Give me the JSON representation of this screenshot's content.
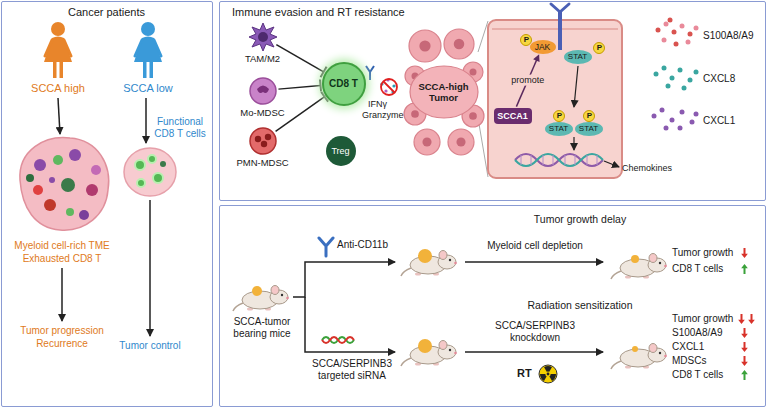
{
  "diagram": {
    "nodes": [
      {
        "text": [
          "Cancer patients"
        ]
      },
      {
        "text": [
          "Immune evasion and RT resistance"
        ]
      },
      {
        "text": [
          "TAM/M2"
        ],
        "in": 1
      },
      {
        "text": [
          "Mo-MDSC"
        ],
        "in": 1
      },
      {
        "text": [
          "PMN-MDSC"
        ],
        "in": 1
      },
      {
        "text": [
          "CD8 T"
        ],
        "in": 1
      },
      {
        "text": [
          "Treg"
        ],
        "in": 1
      },
      {
        "text": [
          "SCCA-high Tumor"
        ],
        "in": 1
      },
      {
        "text": [
          "P"
        ],
        "in": 1
      },
      {
        "text": [
          "JAK"
        ],
        "in": 1
      },
      {
        "text": [
          "STAT"
        ],
        "in": 1
      },
      {
        "text": [
          "P"
        ],
        "in": 1
      },
      {
        "text": [
          "SCCA1"
        ],
        "in": 1
      },
      {
        "text": [
          "P"
        ],
        "in": 1
      },
      {
        "text": [
          "STAT"
        ],
        "in": 1
      },
      {
        "text": [
          "P"
        ],
        "in": 1
      },
      {
        "text": [
          "STAT"
        ],
        "in": 1
      },
      {
        "text": [
          "Tumor growth delay",
          "Radiation sensitization"
        ]
      }
    ],
    "edges": [
      {
        "from": 2,
        "to": 5,
        "arrow": "to"
      },
      {
        "from": 3,
        "to": 5,
        "arrow": "to"
      },
      {
        "from": 4,
        "to": 5,
        "arrow": "to"
      },
      {
        "from": 12,
        "to": 9,
        "label": "promote",
        "arrow": "to"
      }
    ],
    "labels": [
      "SCCA high",
      "SCCA low",
      "Functional CD8 T cells",
      "Myeloid cell-rich TME",
      "Exhausted CD8 T",
      "Tumor progression",
      "Recurrence",
      "Tumor control",
      "IFNγ",
      "Granzyme",
      "Chemokines",
      "S100A8/A9",
      "CXCL8",
      "CXCL1",
      "SCCA-tumor bearing mice",
      "Anti-CD11b",
      "Myeloid cell depletion",
      "Tumor growth",
      "CD8 T cells",
      "SCCA/SERPINB3 targeted siRNA",
      "SCCA/SERPINB3 knockdown",
      "RT",
      "Tumor growth",
      "S100A8/A9",
      "CXCL1",
      "MDSCs",
      "CD8 T cells"
    ]
  }
}
